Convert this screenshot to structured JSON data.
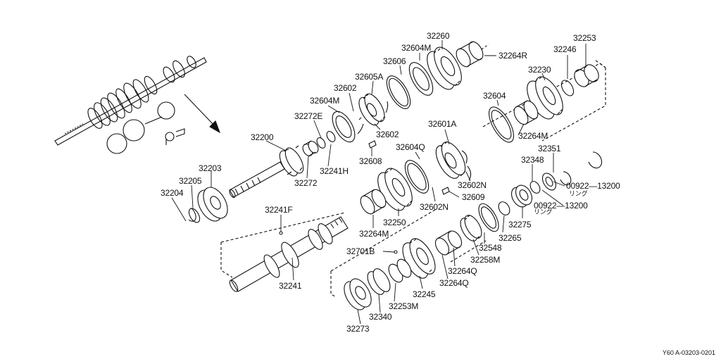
{
  "diagram": {
    "drawing_code": "Y60 A-03203-0201",
    "parts": [
      {
        "id": "p32260",
        "label": "32260"
      },
      {
        "id": "p32604M_top",
        "label": "32604M"
      },
      {
        "id": "p32264R",
        "label": "32264R"
      },
      {
        "id": "p32606",
        "label": "32606"
      },
      {
        "id": "p32605A",
        "label": "32605A"
      },
      {
        "id": "p32602_a",
        "label": "32602"
      },
      {
        "id": "p32604M_mid",
        "label": "32604M"
      },
      {
        "id": "p32272E",
        "label": "32272E"
      },
      {
        "id": "p32602_b",
        "label": "32602"
      },
      {
        "id": "p32608",
        "label": "32608"
      },
      {
        "id": "p32200",
        "label": "32200"
      },
      {
        "id": "p32241H",
        "label": "32241H"
      },
      {
        "id": "p32272",
        "label": "32272"
      },
      {
        "id": "p32203",
        "label": "32203"
      },
      {
        "id": "p32205",
        "label": "32205"
      },
      {
        "id": "p32204",
        "label": "32204"
      },
      {
        "id": "p32253",
        "label": "32253"
      },
      {
        "id": "p32246",
        "label": "32246"
      },
      {
        "id": "p32230",
        "label": "32230"
      },
      {
        "id": "p32604",
        "label": "32604"
      },
      {
        "id": "p32264M_a",
        "label": "32264M"
      },
      {
        "id": "p32601A",
        "label": "32601A"
      },
      {
        "id": "p32604Q",
        "label": "32604Q"
      },
      {
        "id": "p32351",
        "label": "32351"
      },
      {
        "id": "p32348",
        "label": "32348"
      },
      {
        "id": "p00922_a",
        "label": "00922—13200"
      },
      {
        "id": "p00922_b",
        "label": "00922—13200"
      },
      {
        "id": "p32602N_a",
        "label": "32602N"
      },
      {
        "id": "p32609",
        "label": "32609"
      },
      {
        "id": "p32602N_b",
        "label": "32602N"
      },
      {
        "id": "p32241F",
        "label": "32241F"
      },
      {
        "id": "p32250",
        "label": "32250"
      },
      {
        "id": "p32264M_b",
        "label": "32264M"
      },
      {
        "id": "p32275",
        "label": "32275"
      },
      {
        "id": "p32265",
        "label": "32265"
      },
      {
        "id": "p32548",
        "label": "32548"
      },
      {
        "id": "p32258M",
        "label": "32258M"
      },
      {
        "id": "p32701B",
        "label": "32701B"
      },
      {
        "id": "p32264Q_a",
        "label": "32264Q"
      },
      {
        "id": "p32264Q_b",
        "label": "32264Q"
      },
      {
        "id": "p32241",
        "label": "32241"
      },
      {
        "id": "p32245",
        "label": "32245"
      },
      {
        "id": "p32253M",
        "label": "32253M"
      },
      {
        "id": "p32340",
        "label": "32340"
      },
      {
        "id": "p32273",
        "label": "32273"
      }
    ],
    "notes": [
      {
        "id": "ring_a",
        "label": "リング"
      },
      {
        "id": "ring_b",
        "label": "リング"
      }
    ]
  }
}
